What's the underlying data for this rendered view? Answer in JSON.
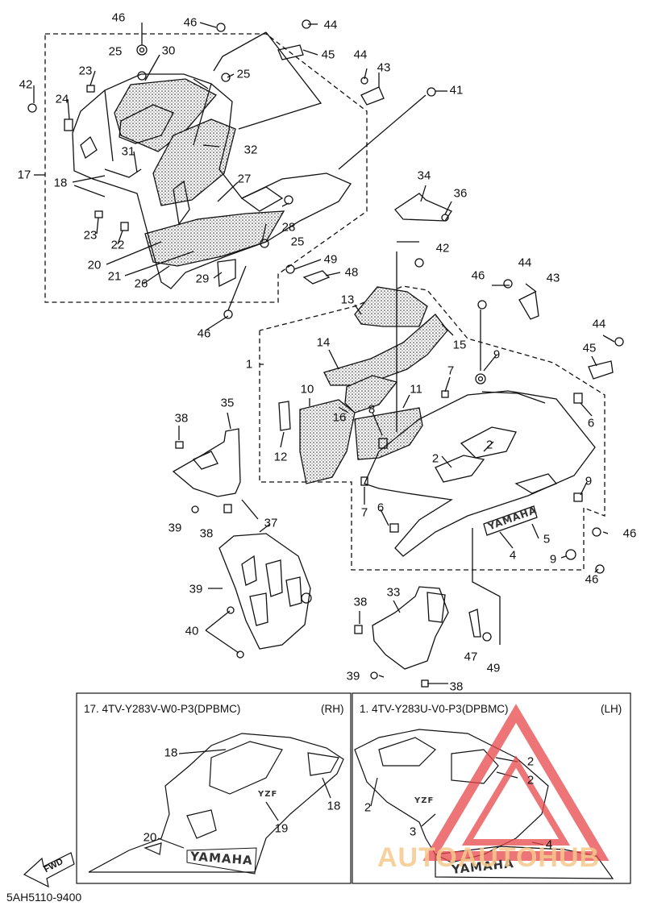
{
  "callouts": [
    {
      "id": "c46a",
      "text": "46"
    },
    {
      "id": "c25a",
      "text": "25"
    },
    {
      "id": "c30",
      "text": "30"
    },
    {
      "id": "c46b",
      "text": "46"
    },
    {
      "id": "c44a",
      "text": "44"
    },
    {
      "id": "c45a",
      "text": "45"
    },
    {
      "id": "c25b",
      "text": "25"
    },
    {
      "id": "c44b",
      "text": "44"
    },
    {
      "id": "c43a",
      "text": "43"
    },
    {
      "id": "c41",
      "text": "41"
    },
    {
      "id": "c42a",
      "text": "42"
    },
    {
      "id": "c23a",
      "text": "23"
    },
    {
      "id": "c24",
      "text": "24"
    },
    {
      "id": "c32",
      "text": "32"
    },
    {
      "id": "c31",
      "text": "31"
    },
    {
      "id": "c17",
      "text": "17"
    },
    {
      "id": "c18a",
      "text": "18"
    },
    {
      "id": "c27",
      "text": "27"
    },
    {
      "id": "c34",
      "text": "34"
    },
    {
      "id": "c36",
      "text": "36"
    },
    {
      "id": "c28",
      "text": "28"
    },
    {
      "id": "c23b",
      "text": "23"
    },
    {
      "id": "c22",
      "text": "22"
    },
    {
      "id": "c25c",
      "text": "25"
    },
    {
      "id": "c20a",
      "text": "20"
    },
    {
      "id": "c21",
      "text": "21"
    },
    {
      "id": "c26",
      "text": "26"
    },
    {
      "id": "c29",
      "text": "29"
    },
    {
      "id": "c49a",
      "text": "49"
    },
    {
      "id": "c48",
      "text": "48"
    },
    {
      "id": "c42b",
      "text": "42"
    },
    {
      "id": "c46c",
      "text": "46"
    },
    {
      "id": "c44c",
      "text": "44"
    },
    {
      "id": "c43b",
      "text": "43"
    },
    {
      "id": "c13",
      "text": "13"
    },
    {
      "id": "c46d",
      "text": "46"
    },
    {
      "id": "c14",
      "text": "14"
    },
    {
      "id": "c15",
      "text": "15"
    },
    {
      "id": "c1",
      "text": "1"
    },
    {
      "id": "c9a",
      "text": "9"
    },
    {
      "id": "c44d",
      "text": "44"
    },
    {
      "id": "c45b",
      "text": "45"
    },
    {
      "id": "c7a",
      "text": "7"
    },
    {
      "id": "c10",
      "text": "10"
    },
    {
      "id": "c16",
      "text": "16"
    },
    {
      "id": "c11",
      "text": "11"
    },
    {
      "id": "c35",
      "text": "35"
    },
    {
      "id": "c38a",
      "text": "38"
    },
    {
      "id": "c8",
      "text": "8"
    },
    {
      "id": "c6a",
      "text": "6"
    },
    {
      "id": "c2a",
      "text": "2"
    },
    {
      "id": "c12",
      "text": "12"
    },
    {
      "id": "c2b",
      "text": "2"
    },
    {
      "id": "c7b",
      "text": "7"
    },
    {
      "id": "c6b",
      "text": "6"
    },
    {
      "id": "c9b",
      "text": "9"
    },
    {
      "id": "c46e",
      "text": "46"
    },
    {
      "id": "c39a",
      "text": "39"
    },
    {
      "id": "c38b",
      "text": "38"
    },
    {
      "id": "c37",
      "text": "37"
    },
    {
      "id": "c5",
      "text": "5"
    },
    {
      "id": "c4a",
      "text": "4"
    },
    {
      "id": "c9c",
      "text": "9"
    },
    {
      "id": "c46f",
      "text": "46"
    },
    {
      "id": "c39b",
      "text": "39"
    },
    {
      "id": "c38c",
      "text": "38"
    },
    {
      "id": "c33",
      "text": "33"
    },
    {
      "id": "c40",
      "text": "40"
    },
    {
      "id": "c47",
      "text": "47"
    },
    {
      "id": "c49b",
      "text": "49"
    },
    {
      "id": "c39c",
      "text": "39"
    },
    {
      "id": "c38d",
      "text": "38"
    }
  ],
  "rh_box": {
    "title": "17. 4TV-Y283V-W0-P3(DPBMC)",
    "side": "(RH)",
    "labels": [
      {
        "id": "r18a",
        "text": "18"
      },
      {
        "id": "r18b",
        "text": "18"
      },
      {
        "id": "r19",
        "text": "19"
      },
      {
        "id": "r20",
        "text": "20"
      }
    ],
    "logo": "YAMAHA",
    "badge": "YZF",
    "fwd": "FWD"
  },
  "lh_box": {
    "title": "1. 4TV-Y283U-V0-P3(DPBMC)",
    "side": "(LH)",
    "labels": [
      {
        "id": "l2a",
        "text": "2"
      },
      {
        "id": "l2b",
        "text": "2"
      },
      {
        "id": "l2c",
        "text": "2"
      },
      {
        "id": "l3",
        "text": "3"
      },
      {
        "id": "l4",
        "text": "4"
      }
    ],
    "logo": "YAMAHA",
    "badge": "YZF"
  },
  "main_logo": "YAMAHA",
  "diagram_code": "5AH5110-9400",
  "watermark": {
    "text": "AUTOAUTOHUB",
    "color": "#e8484a"
  }
}
